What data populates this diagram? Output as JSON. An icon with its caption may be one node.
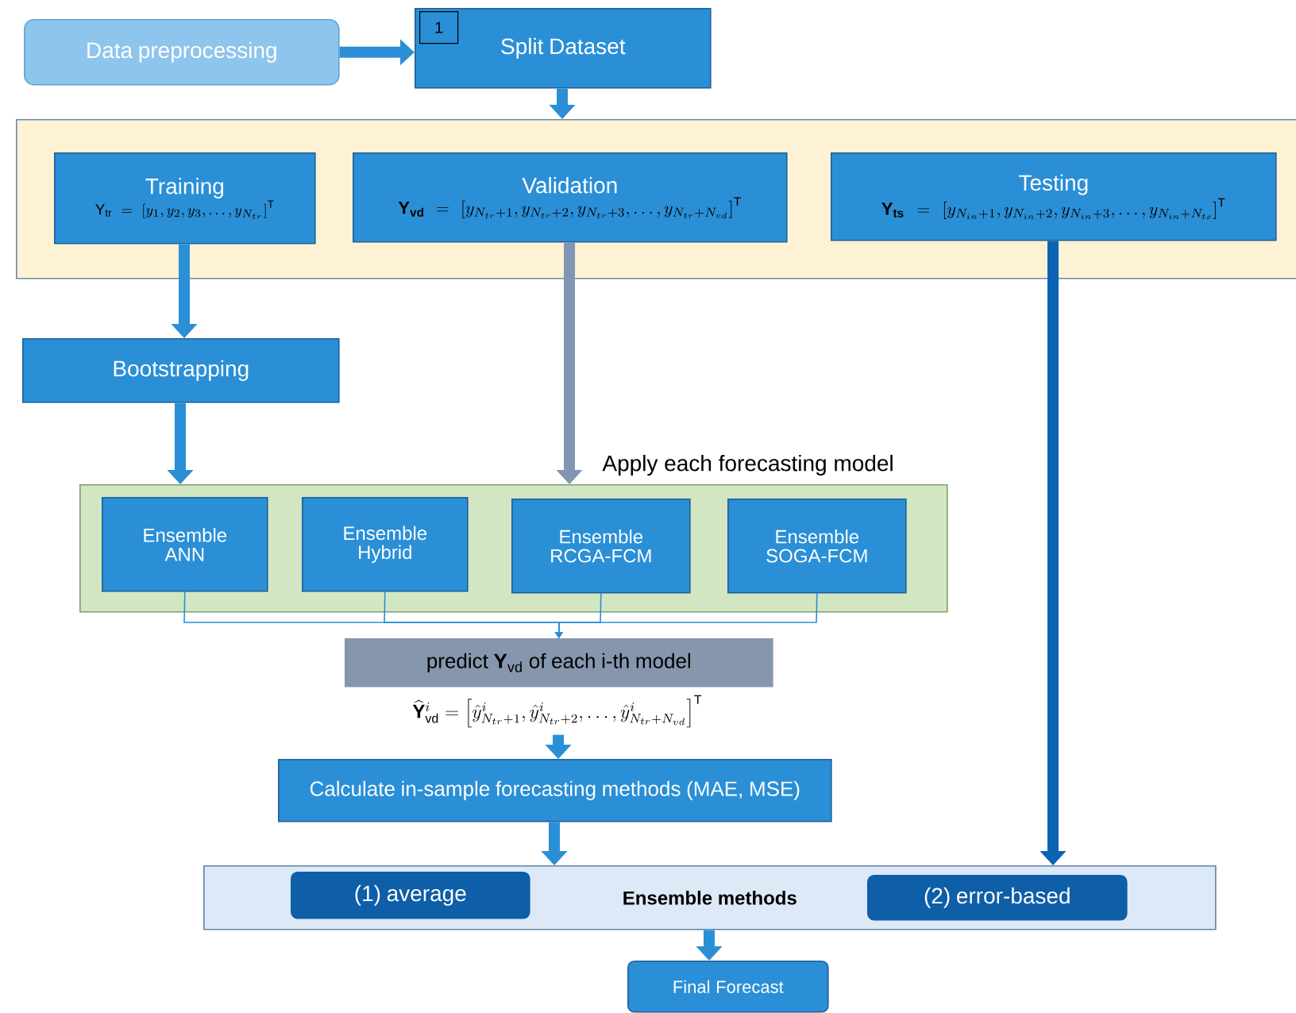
{
  "diagram": {
    "nodes": [
      {
        "text": [
          "Data preprocessing"
        ]
      },
      {
        "text": [
          "Split Dataset"
        ]
      },
      {
        "text": [],
        "shape": "box"
      },
      {
        "text": [
          "Training",
          "\\mathrm{Y_{tr}} = \\left[y_1, y_2, y_3, \\ldots, y_{N_{tr}}\\right]^{\\mathrm{T}}"
        ],
        "in": 2
      },
      {
        "text": [
          "Validation",
          "\\mathbf{Y_{vd}} = \\left[y_{N_{tr}+1}, y_{N_{tr}+2}, y_{N_{tr}+3}, \\ldots, y_{N_{tr}+N_{vd}}\\right]^{\\mathrm{T}}"
        ],
        "in": 2
      },
      {
        "text": [
          "Testing",
          "\\mathbf{Y_{ts}} = \\left[y_{N_{in}+1}, y_{N_{in}+2}, y_{N_{in}+3}, \\ldots, y_{N_{in}+N_{ts}}\\right]^{\\mathrm{T}}"
        ],
        "in": 2
      },
      {
        "text": [
          "Bootstrapping"
        ]
      },
      {
        "text": [],
        "shape": "box",
        "beside": [
          "Apply each forecasting model"
        ]
      },
      {
        "text": [
          "Ensemble ANN"
        ],
        "in": 7
      },
      {
        "text": [
          "Ensemble Hybrid"
        ],
        "in": 7
      },
      {
        "text": [
          "Ensemble RCGA-FCM"
        ],
        "in": 7
      },
      {
        "text": [
          "Ensemble SOGA-FCM"
        ],
        "in": 7
      },
      {
        "text": [
          "predict **Y**$_{vd}$ of each i-th model"
        ],
        "beside": [
          "\\widehat{\\mathbf{Y}}^{i}_{\\mathrm{vd}} = \\left[\\hat{y}^{i}_{N_{tr}+1}, \\hat{y}^{i}_{N_{tr}+2}, \\ldots, \\hat{y}^{i}_{N_{tr}+N_{vd}}\\right]^{\\mathrm{T}}"
        ]
      },
      {
        "text": [
          "Calculate in-sample forecasting methods (MAE, MSE)"
        ]
      },
      {
        "text": [
          "Ensemble methods"
        ]
      },
      {
        "text": [
          "(1) average"
        ],
        "in": 14
      },
      {
        "text": [
          "(2) error-based"
        ],
        "in": 14
      },
      {
        "text": [
          "Final Forecast"
        ]
      }
    ],
    "edges": [
      {
        "from": 0,
        "to": 1,
        "arrow": "to"
      },
      {
        "from": 1,
        "to": 2,
        "arrow": "to"
      },
      {
        "from": 3,
        "to": 6,
        "arrow": "to"
      },
      {
        "from": 6,
        "to": 7,
        "arrow": "to"
      },
      {
        "from": 4,
        "to": 7,
        "arrow": "to",
        "color": "#8096b2"
      },
      {
        "from": 5,
        "to": 14,
        "arrow": "to",
        "color": "#0b63b3"
      },
      {
        "from": 8,
        "to": 12,
        "arrow": "to"
      },
      {
        "from": 9,
        "to": 12,
        "arrow": "to"
      },
      {
        "from": 10,
        "to": 12,
        "arrow": "to"
      },
      {
        "from": 11,
        "to": 12,
        "arrow": "to"
      },
      {
        "from": 12,
        "to": 13,
        "arrow": "to"
      },
      {
        "from": 13,
        "to": 14,
        "arrow": "to"
      },
      {
        "from": 14,
        "to": 17,
        "arrow": "to"
      }
    ],
    "labels": [
      "1"
    ]
  }
}
